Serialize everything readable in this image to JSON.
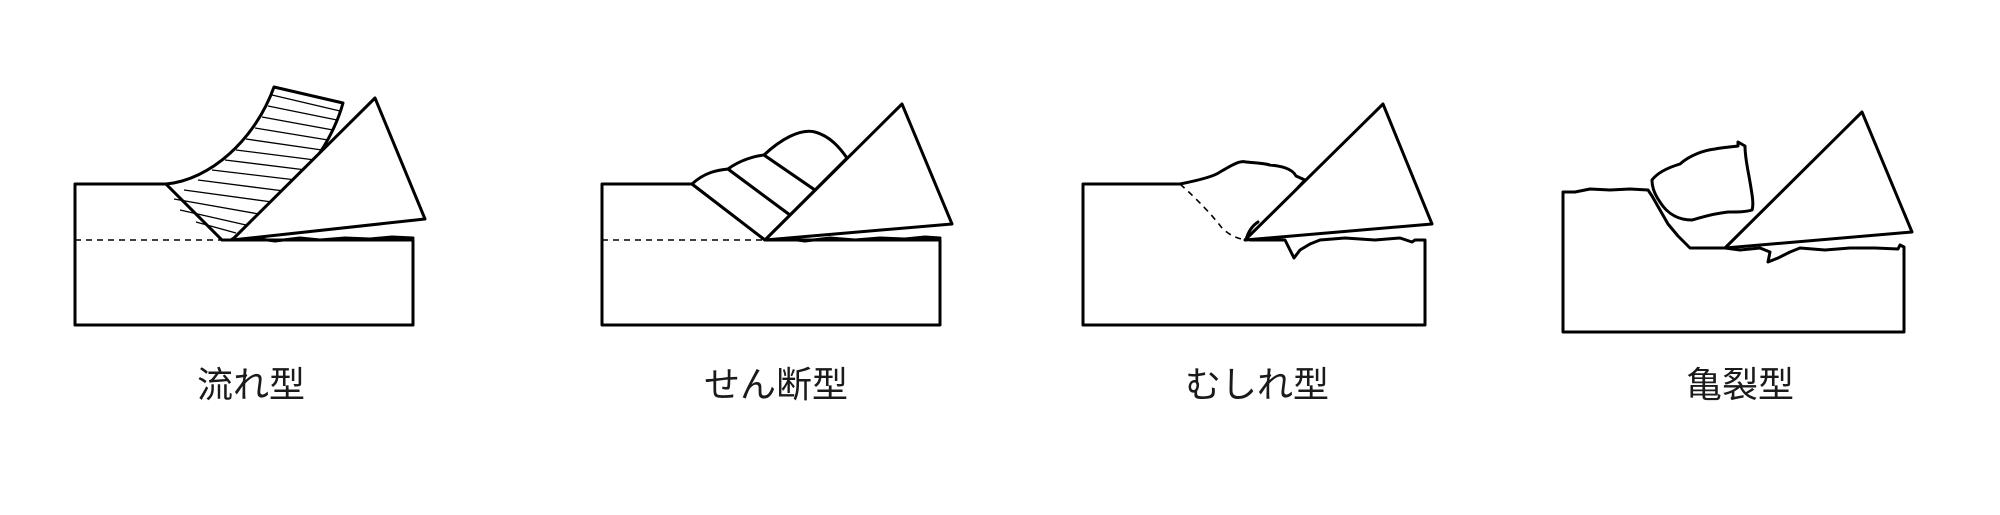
{
  "chip_types": [
    {
      "id": "flow",
      "label": "流れ型"
    },
    {
      "id": "shear",
      "label": "せん断型"
    },
    {
      "id": "tear",
      "label": "むしれ型"
    },
    {
      "id": "crack",
      "label": "亀裂型"
    }
  ]
}
